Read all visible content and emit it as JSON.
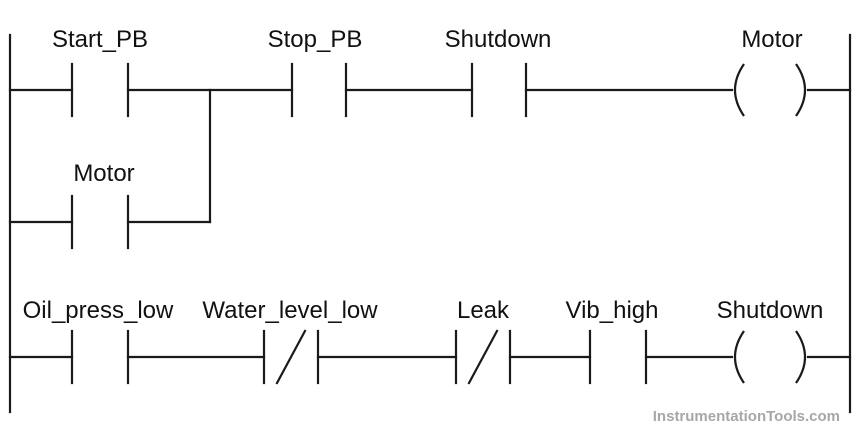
{
  "rung1": {
    "start_pb": "Start_PB",
    "stop_pb": "Stop_PB",
    "shutdown": "Shutdown",
    "coil": "Motor",
    "seal_in": "Motor"
  },
  "rung2": {
    "oil_press_low": "Oil_press_low",
    "water_level_low": "Water_level_low",
    "leak": "Leak",
    "vib_high": "Vib_high",
    "coil": "Shutdown"
  },
  "watermark": "InstrumentationTools.com"
}
